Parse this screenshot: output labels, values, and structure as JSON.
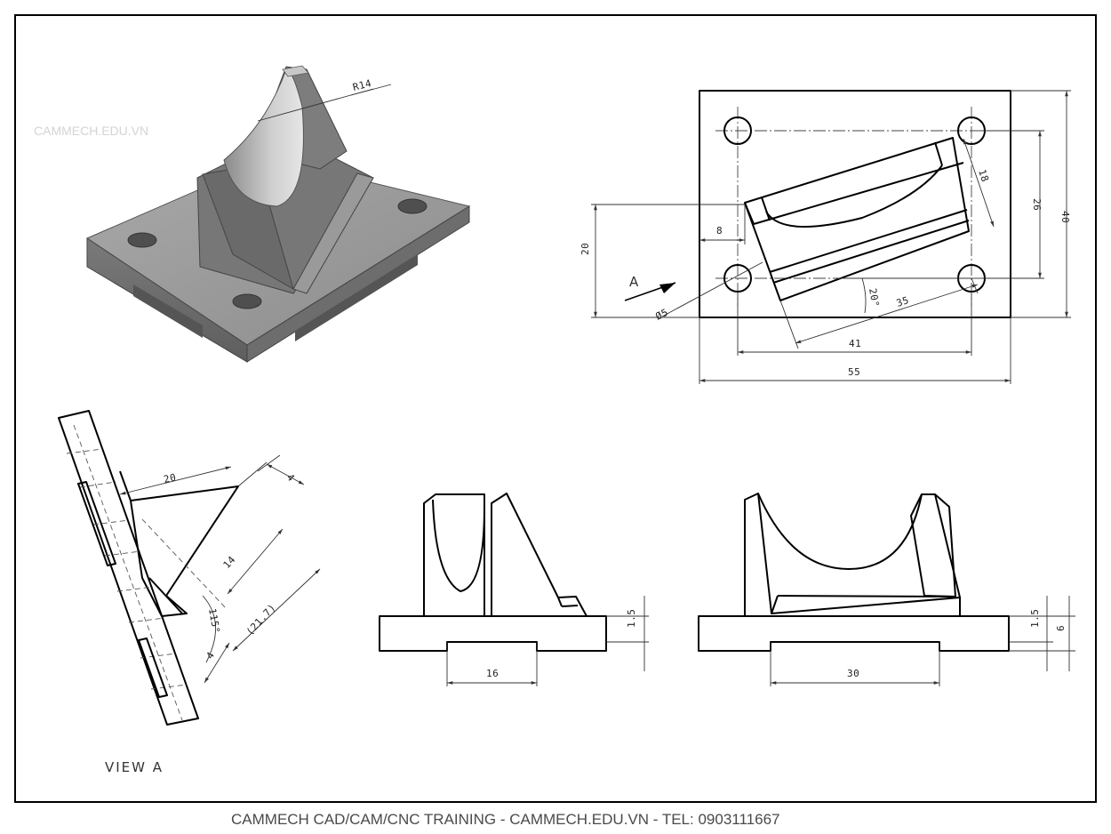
{
  "watermark": "CAMMECH.EDU.VN",
  "footer": "CAMMECH CAD/CAM/CNC TRAINING  - CAMMECH.EDU.VN - TEL: 0903111667",
  "view_label": "VIEW  A",
  "arrow_label": "A",
  "dims": {
    "r14": "R14",
    "d55": "55",
    "d41": "41",
    "d40": "40",
    "d26": "26",
    "d20": "20",
    "d18": "18",
    "d8": "8",
    "d35": "35",
    "ang20": "20°",
    "dia5": "Ø5",
    "va20": "20",
    "va4a": "4",
    "va14": "14",
    "va21_7": "(21.7)",
    "va115": "115°",
    "va4b": "4",
    "f15a": "1.5",
    "f16": "16",
    "s15": "1.5",
    "s6": "6",
    "s30": "30"
  }
}
